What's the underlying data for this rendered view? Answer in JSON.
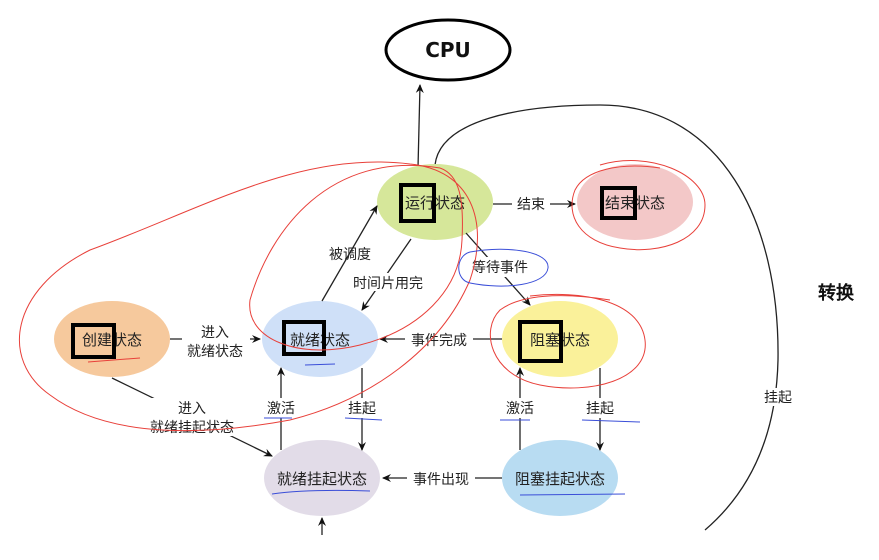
{
  "diagram": {
    "title": "转换",
    "cpu": "CPU",
    "states": {
      "running": {
        "label": "运行状态",
        "color": "#d6e79a"
      },
      "terminated": {
        "label": "结束状态",
        "color": "#f3c8c8"
      },
      "created": {
        "label": "创建状态",
        "color": "#f6c99d"
      },
      "ready": {
        "label": "就绪状态",
        "color": "#cfe0f8"
      },
      "blocked": {
        "label": "阻塞状态",
        "color": "#faf19a"
      },
      "ready_suspended": {
        "label": "就绪挂起状态",
        "color": "#e2dce8"
      },
      "blocked_suspended": {
        "label": "阻塞挂起状态",
        "color": "#b8dcf2"
      }
    },
    "edges": {
      "end": "结束",
      "scheduled": "被调度",
      "time_slice": "时间片用完",
      "wait_event": "等待事件",
      "event_done": "事件完成",
      "enter_ready_1": "进入",
      "enter_ready_2": "就绪状态",
      "enter_ready_susp_1": "进入",
      "enter_ready_susp_2": "就绪挂起状态",
      "activate_left": "激活",
      "suspend_left": "挂起",
      "activate_right": "激活",
      "suspend_right": "挂起",
      "event_occur": "事件出现",
      "suspend_outer": "挂起"
    }
  }
}
